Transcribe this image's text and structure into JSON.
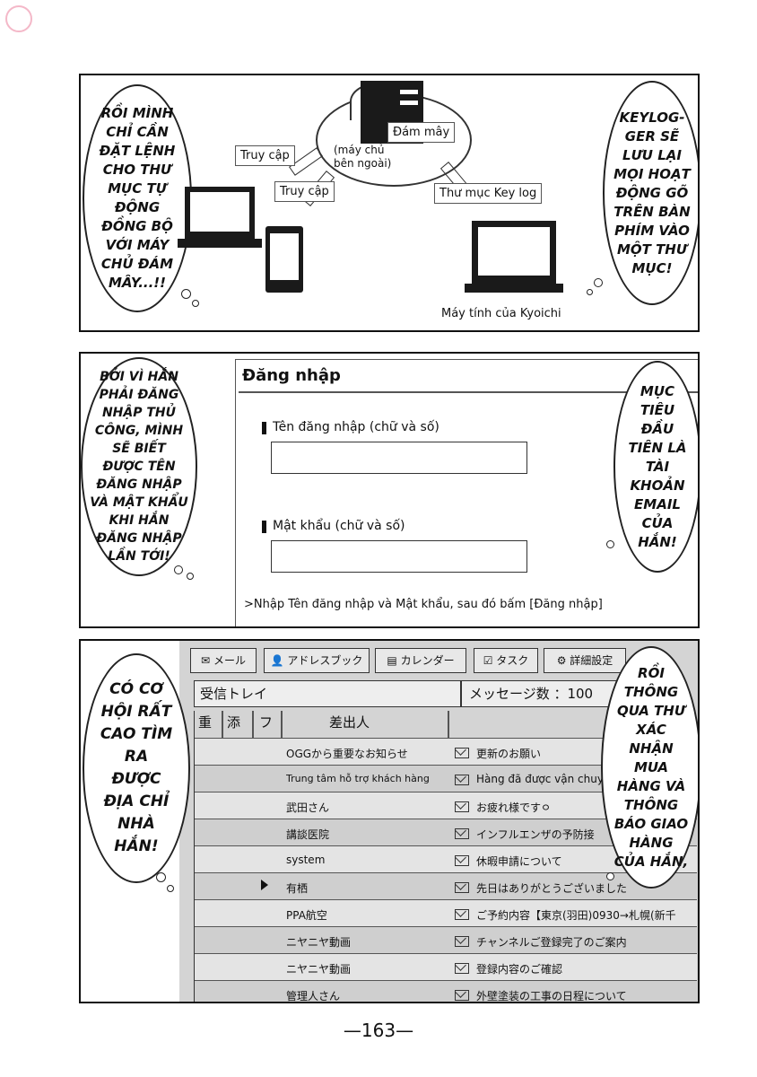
{
  "page_number": "163",
  "panel1": {
    "bubble_left": "RỒI MÌNH\nCHỈ CẦN\nĐẶT LỆNH\nCHO THƯ\nMỤC TỰ\nĐỘNG\nĐỒNG BỘ\nVỚI MÁY\nCHỦ ĐÁM\nMÂY...!!",
    "bubble_right": "KEYLOG-\nGER SẼ\nLƯU LẠI\nMỌI HOẠT\nĐỘNG GÕ\nTRÊN BÀN\nPHÍM VÀO\nMỘT THƯ\nMỤC!",
    "cloud_label": "Đám mây",
    "server_note": "(máy chủ\nbên ngoài)",
    "access_1": "Truy cập",
    "access_2": "Truy cập",
    "keylog_folder": "Thư mục Key log",
    "kyoichi_pc": "Máy tính của Kyoichi"
  },
  "panel2": {
    "bubble_left": "BỞI VÌ HẮN\nPHẢI ĐĂNG\nNHẬP THỦ\nCÔNG, MÌNH\nSẼ BIẾT\nĐƯỢC TÊN\nĐĂNG NHẬP\nVÀ MẬT KHẨU\nKHI HẮN\nĐĂNG NHẬP\nLẦN TỚI!",
    "bubble_right": "MỤC\nTIÊU\nĐẦU\nTIÊN LÀ\nTÀI\nKHOẢN\nEMAIL\nCỦA\nHẮN!",
    "login_title": "Đăng nhập",
    "username_label": "Tên đăng nhập (chữ và số)",
    "password_label": "Mật khẩu (chữ và số)",
    "instruction": ">Nhập Tên đăng nhập và Mật khẩu, sau đó bấm [Đăng nhập]"
  },
  "panel3": {
    "bubble_left": "CÓ CƠ\nHỘI RẤT\nCAO TÌM\nRA\nĐƯỢC\nĐỊA CHỈ\nNHÀ\nHẮN!",
    "bubble_right": "RỒI\nTHÔNG\nQUA THƯ\nXÁC\nNHẬN\nMUA\nHÀNG VÀ\nTHÔNG\nBÁO GIAO\nHÀNG\nCỦA HẮN,",
    "toolbar": [
      "メール",
      "アドレスブック",
      "カレンダー",
      "タスク",
      "詳細設定"
    ],
    "inbox_title": "受信トレイ",
    "message_count": "メッセージ数 ：100",
    "col_headers": [
      "重",
      "添",
      "フ",
      "差出人"
    ],
    "rows": [
      {
        "sender": "OGGから重要なお知らせ",
        "subject": "更新のお願い"
      },
      {
        "sender": "Trung tâm hỗ trợ khách hàng",
        "subject": "Hàng đã được vận chuy"
      },
      {
        "sender": "武田さん",
        "subject": "お疲れ様ですㅇ"
      },
      {
        "sender": "講談医院",
        "subject": "インフルエンザの予防接"
      },
      {
        "sender": "system",
        "subject": "休暇申請について"
      },
      {
        "sender": "有栖",
        "subject": "先日はありがとうございました"
      },
      {
        "sender": "PPA航空",
        "subject": "ご予約内容【東京(羽田)0930→札幌(新千"
      },
      {
        "sender": "ニヤニヤ動画",
        "subject": "チャンネルご登録完了のご案内"
      },
      {
        "sender": "ニヤニヤ動画",
        "subject": "登録内容のご確認"
      },
      {
        "sender": "管理人さん",
        "subject": "外壁塗装の工事の日程について"
      }
    ]
  }
}
